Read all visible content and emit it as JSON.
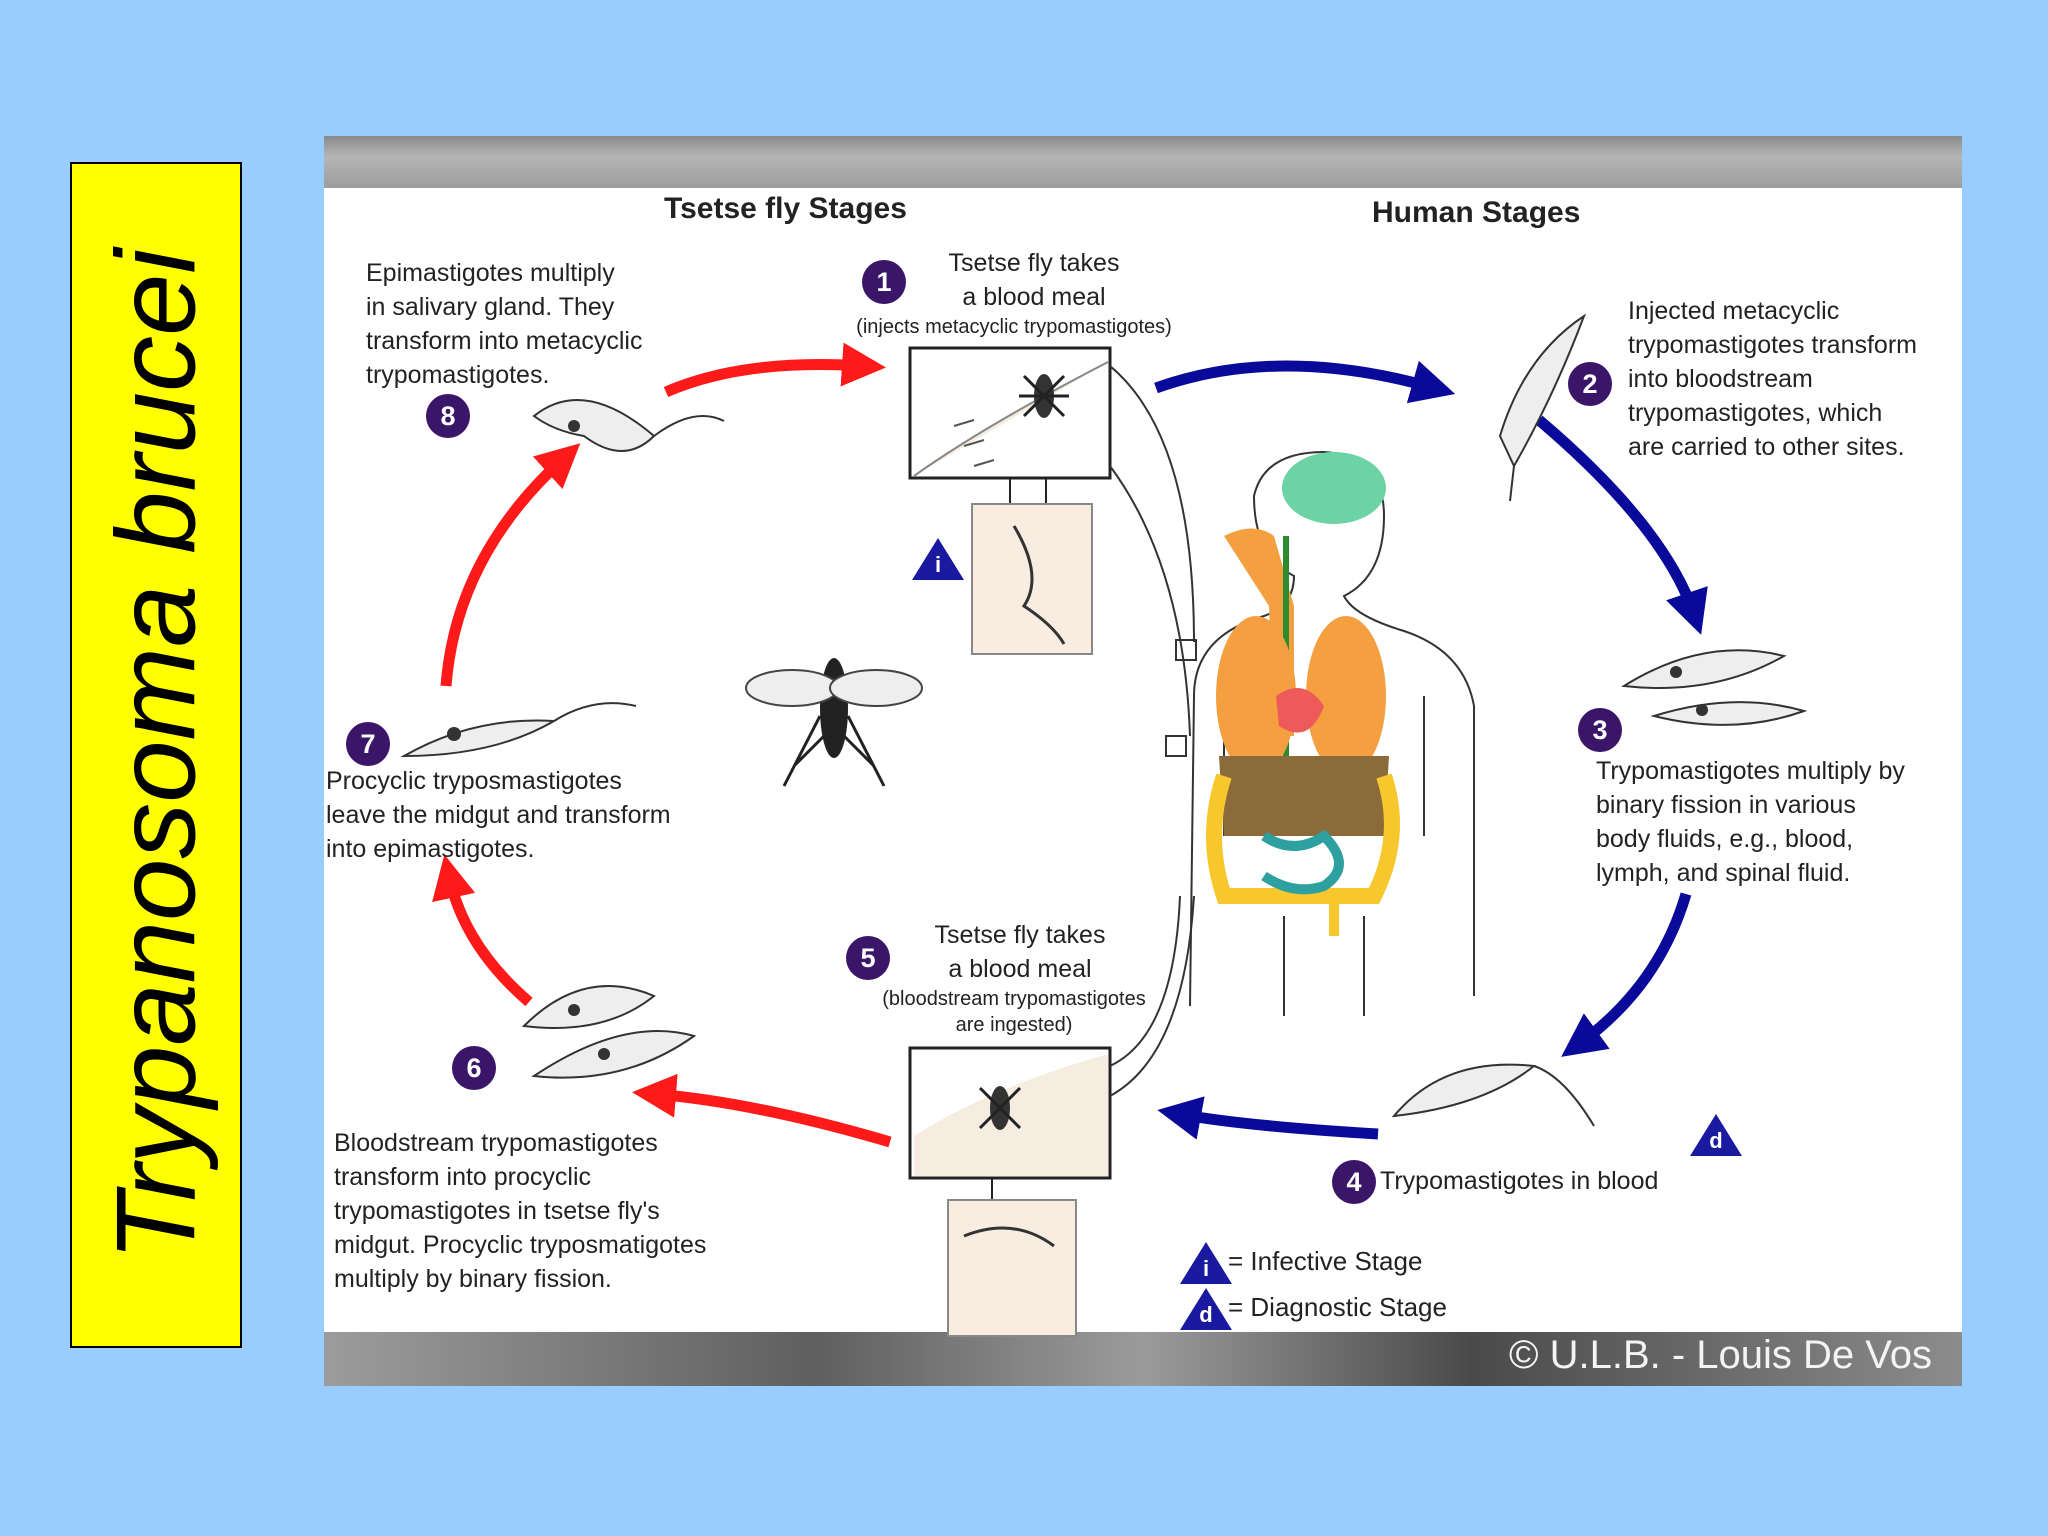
{
  "side_title": "Trypanosoma brucei",
  "headings": {
    "tsetse": "Tsetse fly Stages",
    "human": "Human Stages"
  },
  "steps": {
    "s1": {
      "number": "1",
      "title": "Tsetse fly takes\na blood meal",
      "note": "(injects metacyclic trypomastigotes)"
    },
    "s2": {
      "number": "2",
      "text": "Injected metacyclic\ntrypomastigotes transform\ninto bloodstream\ntrypomastigotes, which\nare carried to other sites."
    },
    "s3": {
      "number": "3",
      "text": "Trypomastigotes multiply by\nbinary fission in various\nbody fluids, e.g., blood,\nlymph, and spinal fluid."
    },
    "s4": {
      "number": "4",
      "text": "Trypomastigotes in blood"
    },
    "s5": {
      "number": "5",
      "title": "Tsetse fly takes\na blood meal",
      "note": "(bloodstream trypomastigotes\nare ingested)"
    },
    "s6": {
      "number": "6",
      "text": "Bloodstream trypomastigotes\ntransform into procyclic\ntrypomastigotes in tsetse fly's\nmidgut. Procyclic tryposmatigotes\nmultiply by binary fission."
    },
    "s7": {
      "number": "7",
      "text": "Procyclic tryposmastigotes\nleave the midgut and transform\ninto epimastigotes."
    },
    "s8": {
      "number": "8",
      "text": "Epimastigotes multiply\nin salivary gland. They\ntransform into metacyclic\ntrypomastigotes."
    }
  },
  "legend": {
    "infective_letter": "i",
    "infective_label": "= Infective Stage",
    "diagnostic_letter": "d",
    "diagnostic_label": "= Diagnostic Stage"
  },
  "copyright": "© U.L.B. - Louis De Vos",
  "colors": {
    "background": "#99ccff",
    "title_box": "#ffff00",
    "badge": "#3b1668",
    "stage_marker": "#1a1aa0",
    "tsetse_arrow": "#ff1a1a",
    "human_arrow": "#0a0a9a"
  }
}
